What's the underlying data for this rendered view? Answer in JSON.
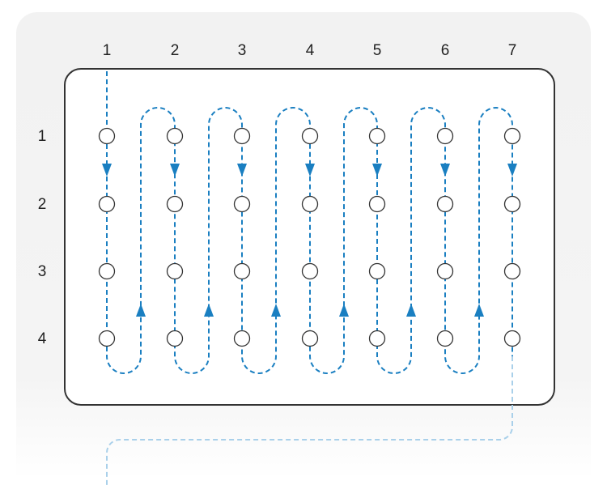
{
  "column_labels": [
    "1",
    "2",
    "3",
    "4",
    "5",
    "6",
    "7"
  ],
  "row_labels": [
    "1",
    "2",
    "3",
    "4"
  ],
  "colors": {
    "path": "#1a7fc1",
    "path_faded": "#a9d0ea",
    "plate_border": "#333333",
    "well_fill": "#ffffff",
    "well_stroke": "#333333"
  },
  "path_order": "serpentine: down column 1, up between columns 1-2, down column 2, ... down column 7, then exit"
}
